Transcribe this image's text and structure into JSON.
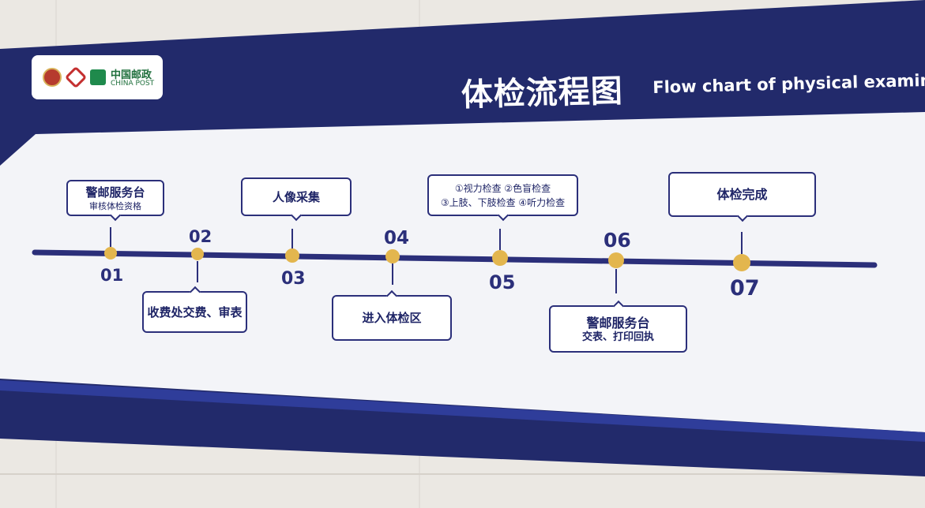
{
  "logo": {
    "cn": "中国邮政",
    "en": "CHINA POST"
  },
  "title": {
    "cn": "体检流程图",
    "en": "Flow chart of physical examina"
  },
  "steps": [
    {
      "num": "01",
      "line1": "警邮服务台",
      "line2": "审核体检资格"
    },
    {
      "num": "02",
      "line1": "收费处交费、审表",
      "line2": ""
    },
    {
      "num": "03",
      "line1": "人像采集",
      "line2": ""
    },
    {
      "num": "04",
      "line1": "进入体检区",
      "line2": ""
    },
    {
      "num": "05",
      "line1": "①视力检查 ②色盲检查",
      "line2": "③上肢、下肢检查 ④听力检查"
    },
    {
      "num": "06",
      "line1": "警邮服务台",
      "line2": "交表、打印回执"
    },
    {
      "num": "07",
      "line1": "体检完成",
      "line2": ""
    }
  ],
  "colors": {
    "navy": "#222a6b",
    "accent_dot": "#e3b64e",
    "panel": "#f3f4f8",
    "stripe": "#2f3d9a"
  }
}
